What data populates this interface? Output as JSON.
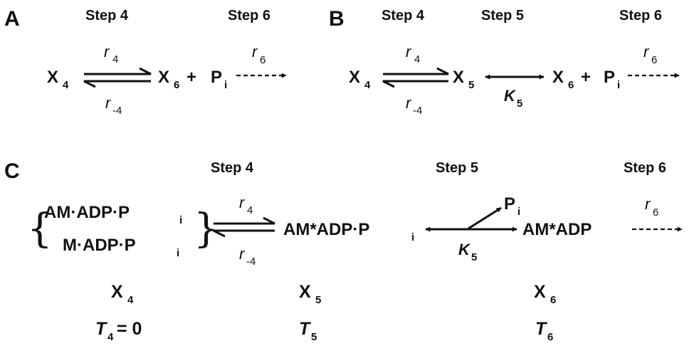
{
  "panel_a": {
    "letter": "A",
    "step_left": "Step 4",
    "step_right": "Step 6",
    "species_x": "X",
    "species_x_sub4": "4",
    "species_x_sub6": "6",
    "plus": "+",
    "species_p": "P",
    "species_p_sub": "i",
    "rate_sym": "r",
    "rate_forward_sub": "4",
    "rate_reverse_sub": "-4",
    "rate_six_sub": "6"
  },
  "panel_b": {
    "letter": "B",
    "step_left": "Step 4",
    "step_mid": "Step 5",
    "step_right": "Step 6",
    "species_x": "X",
    "species_x_sub4": "4",
    "species_x_sub5": "5",
    "species_x_sub6": "6",
    "plus": "+",
    "species_p": "P",
    "species_p_sub": "i",
    "rate_sym": "r",
    "rate_forward_sub": "4",
    "rate_reverse_sub": "-4",
    "rate_six_sub": "6",
    "k_sym": "K",
    "k_sub": "5"
  },
  "panel_c": {
    "letter": "C",
    "step_left": "Step 4",
    "step_mid": "Step 5",
    "step_right": "Step 6",
    "bracket_top_main": "AM·ADP·P",
    "bracket_top_sub": "i",
    "bracket_bottom_main": "M·ADP·P",
    "bracket_bottom_sub": "i",
    "brace_left": "{",
    "brace_right": "}",
    "mid_species_main": "AM*ADP·P",
    "mid_species_sub": "i",
    "right_species": "AM*ADP",
    "released_main": "P",
    "released_sub": "i",
    "rate_sym": "r",
    "rate_forward_sub": "4",
    "rate_reverse_sub": "-4",
    "rate_six_sub": "6",
    "k_sym": "K",
    "k_sub": "5",
    "label_x": "X",
    "label_x_sub4": "4",
    "label_x_sub5": "5",
    "label_x_sub6": "6",
    "label_t": "T",
    "label_t_sub4": "4",
    "label_t_eq": "= 0",
    "label_t_sub5": "5",
    "label_t_sub6": "6"
  }
}
